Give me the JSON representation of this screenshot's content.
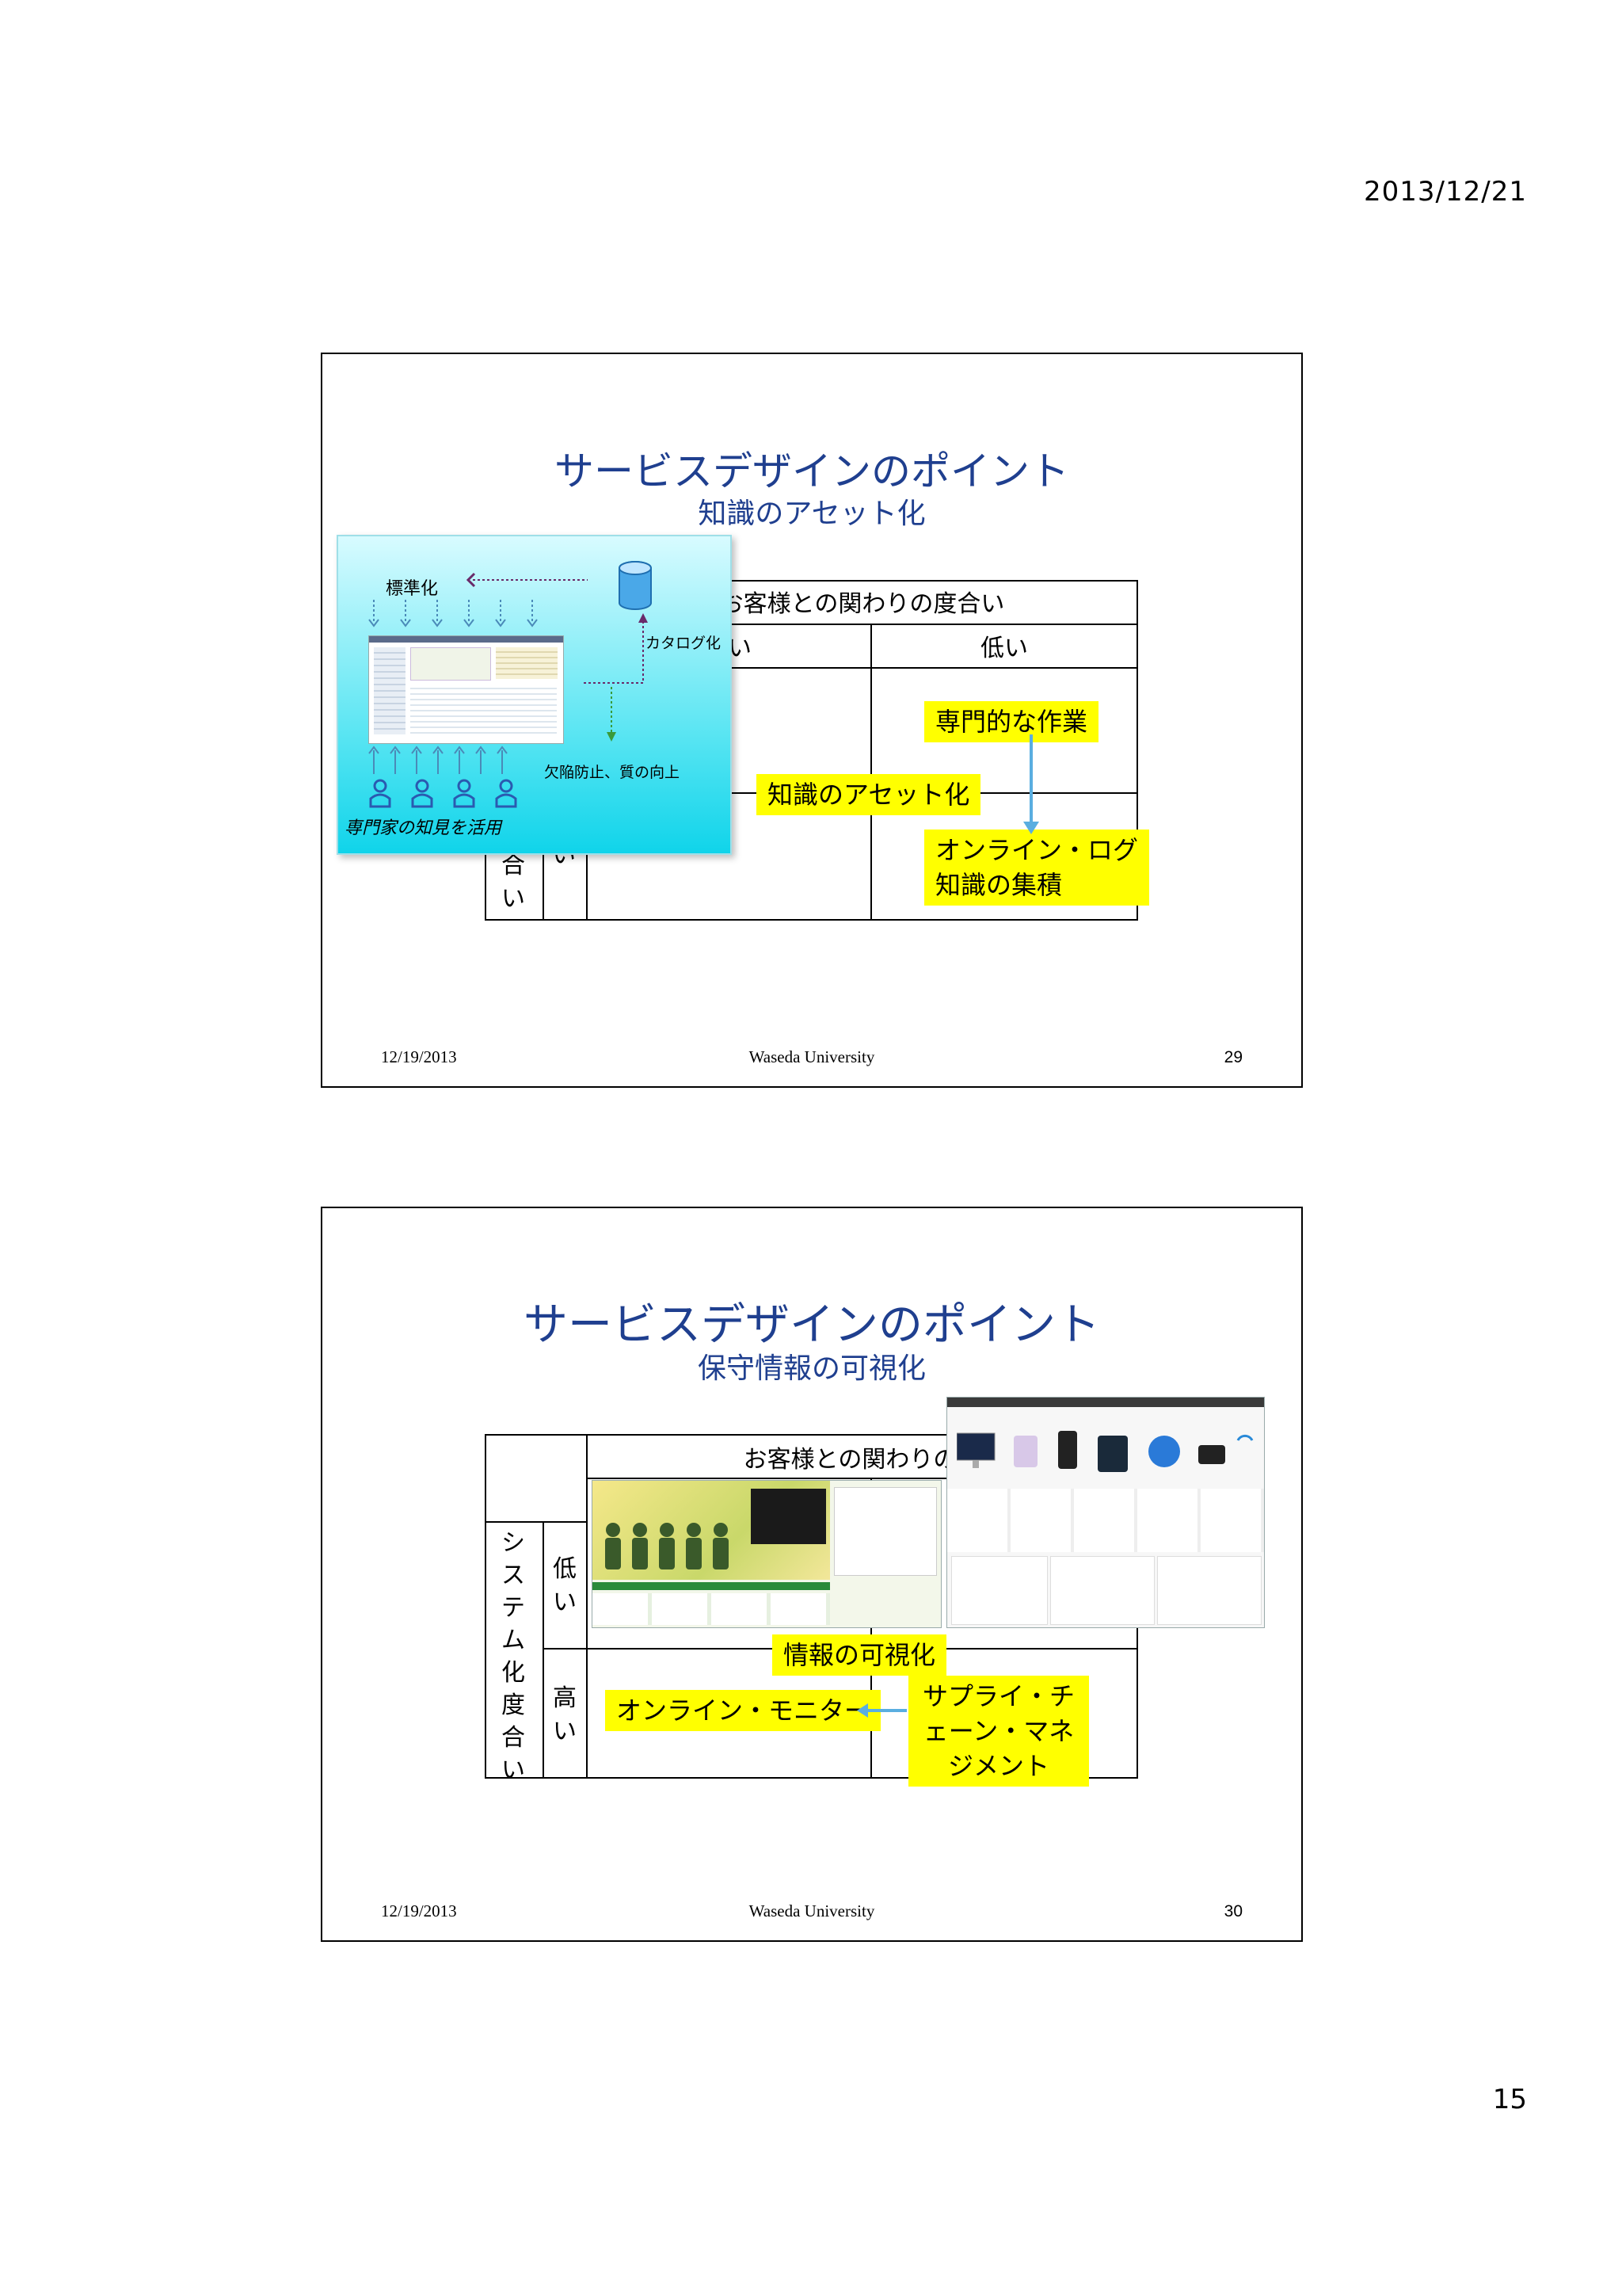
{
  "page": {
    "date": "2013/12/21",
    "number": "15"
  },
  "slide1": {
    "title": "サービスデザインのポイント",
    "subtitle": "知識のアセット化",
    "table": {
      "header": "お客様との関わりの度合い",
      "col_low_partial": "い",
      "col_low": "低い",
      "row_frag_a": "合い",
      "row_frag_b": "い"
    },
    "boxes": {
      "specialist": "専門的な作業",
      "asset": "知識のアセット化",
      "online_log": "オンライン・ログ\n知識の集積"
    },
    "panel": {
      "standardize": "標準化",
      "catalog": "カタログ化",
      "defect": "欠陥防止、質の向上",
      "expert": "専門家の知見を活用"
    },
    "footer": {
      "date": "12/19/2013",
      "org": "Waseda University",
      "num": "29"
    }
  },
  "slide2": {
    "title": "サービスデザインのポイント",
    "subtitle": "保守情報の可視化",
    "table": {
      "header": "お客様との関わりの度",
      "row_label": "システム化度合い",
      "row_low": "低い",
      "row_high": "高い"
    },
    "boxes": {
      "visualize": "情報の可視化",
      "monitor": "オンライン・モニター",
      "supply_chain": "サプライ・チェーン・マネジメント"
    },
    "footer": {
      "date": "12/19/2013",
      "org": "Waseda University",
      "num": "30"
    }
  },
  "colors": {
    "title": "#1f3f8f",
    "highlight": "#ffff00",
    "panel": "#3fdcee",
    "arrow": "#5aaee0"
  }
}
